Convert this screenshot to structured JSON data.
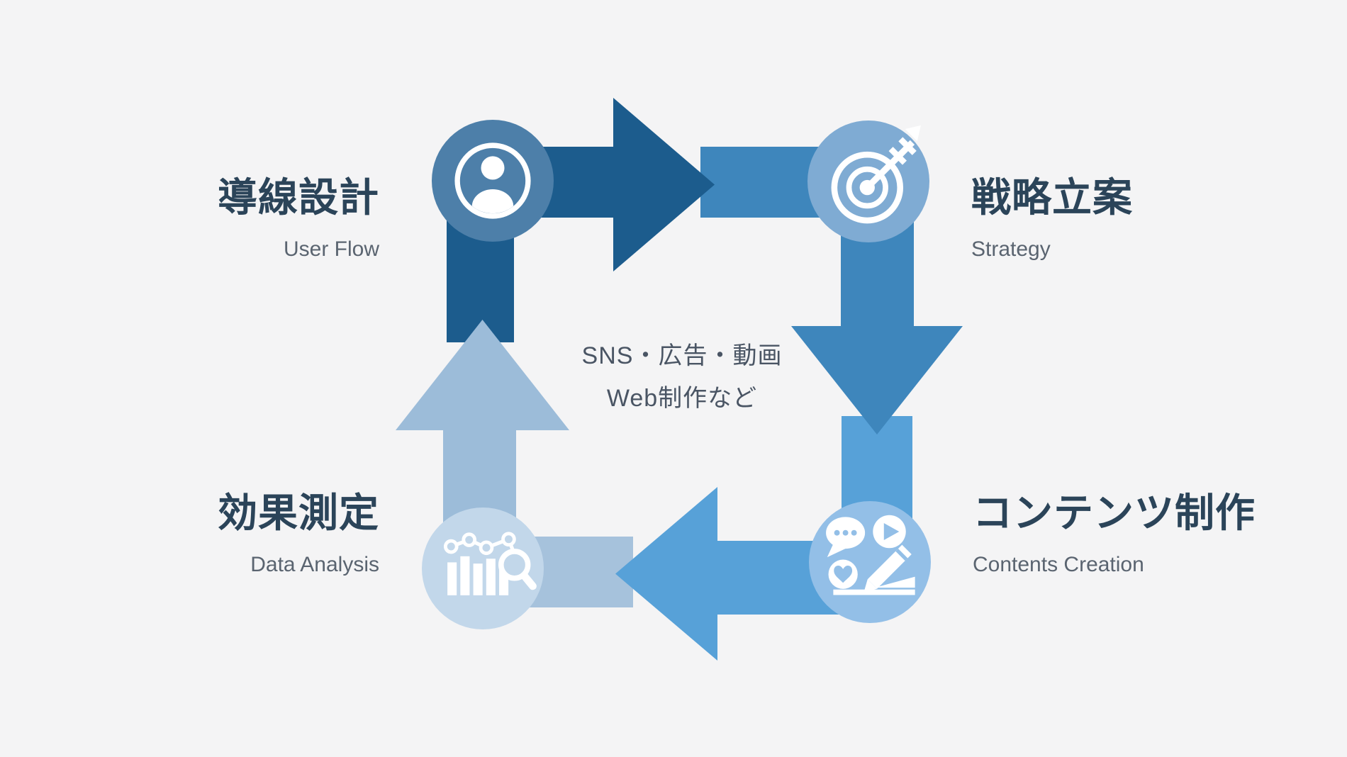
{
  "canvas": {
    "background": "#F4F4F5"
  },
  "center_note": {
    "line1": "SNS・広告・動画",
    "line2": "Web制作など",
    "color": "#4A5564"
  },
  "stages": [
    {
      "position": "top-left",
      "title_jp": "導線設計",
      "title_en": "User Flow",
      "icon": "user-icon",
      "circle_color": "#4D7FA9"
    },
    {
      "position": "top-right",
      "title_jp": "戦略立案",
      "title_en": "Strategy",
      "icon": "target-icon",
      "circle_color": "#7FABD3"
    },
    {
      "position": "bottom-right",
      "title_jp": "コンテンツ制作",
      "title_en": "Contents Creation",
      "icon": "contents-icon",
      "circle_color": "#93BFE7"
    },
    {
      "position": "bottom-left",
      "title_jp": "効果測定",
      "title_en": "Data Analysis",
      "icon": "analytics-icon",
      "circle_color": "#C2D7EA"
    }
  ],
  "arrows": [
    {
      "from": "user-flow",
      "to": "strategy",
      "direction": "right",
      "color": "#1C5C8D"
    },
    {
      "from": "strategy",
      "to": "contents-creation",
      "direction": "down",
      "color": "#3E86BC"
    },
    {
      "from": "contents-creation",
      "to": "data-analysis",
      "direction": "left",
      "color": "#57A1D8"
    },
    {
      "from": "data-analysis",
      "to": "user-flow",
      "direction": "up",
      "color": "#9CBCD9"
    }
  ],
  "label_colors": {
    "jp": "#2B4459",
    "en": "#5A6470"
  }
}
